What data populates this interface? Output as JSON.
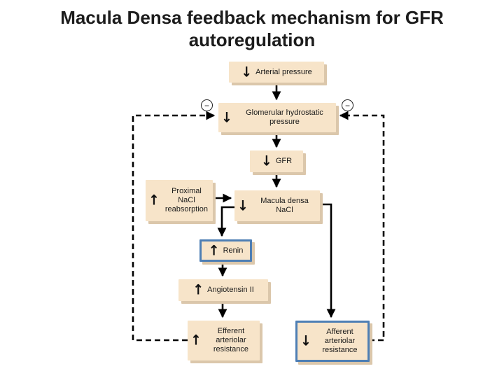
{
  "title": "Macula Densa feedback mechanism for GFR autoregulation",
  "diagram": {
    "feedback_sign": "−",
    "colors": {
      "box_fill": "#f7e4c9",
      "box_shadow": "#dbc7ab",
      "highlight_border": "#4d7eb4",
      "line": "#000000"
    },
    "nodes": [
      {
        "id": "arterial-pressure",
        "arrow": "↓",
        "label": "Arterial pressure",
        "highlighted": false
      },
      {
        "id": "glomerular-hydrostatic-pressure",
        "arrow": "↓",
        "label": "Glomerular hydrostatic pressure",
        "highlighted": false
      },
      {
        "id": "gfr",
        "arrow": "↓",
        "label": "GFR",
        "highlighted": false
      },
      {
        "id": "proximal-nacl-reabsorption",
        "arrow": "↑",
        "label": "Proximal NaCl reabsorption",
        "highlighted": false
      },
      {
        "id": "macula-densa-nacl",
        "arrow": "↓",
        "label": "Macula densa NaCl",
        "highlighted": false
      },
      {
        "id": "renin",
        "arrow": "↑",
        "label": "Renin",
        "highlighted": true
      },
      {
        "id": "angiotensin-ii",
        "arrow": "↑",
        "label": "Angiotensin II",
        "highlighted": false
      },
      {
        "id": "efferent-arteriolar-resistance",
        "arrow": "↑",
        "label": "Efferent arteriolar resistance",
        "highlighted": false
      },
      {
        "id": "afferent-arteriolar-resistance",
        "arrow": "↓",
        "label": "Afferent arteriolar resistance",
        "highlighted": true
      }
    ],
    "edges": [
      {
        "from": "arterial-pressure",
        "to": "glomerular-hydrostatic-pressure",
        "style": "solid"
      },
      {
        "from": "glomerular-hydrostatic-pressure",
        "to": "gfr",
        "style": "solid"
      },
      {
        "from": "gfr",
        "to": "macula-densa-nacl",
        "style": "solid"
      },
      {
        "from": "proximal-nacl-reabsorption",
        "to": "macula-densa-nacl",
        "style": "solid"
      },
      {
        "from": "macula-densa-nacl",
        "to": "renin",
        "style": "solid"
      },
      {
        "from": "renin",
        "to": "angiotensin-ii",
        "style": "solid"
      },
      {
        "from": "angiotensin-ii",
        "to": "efferent-arteriolar-resistance",
        "style": "solid"
      },
      {
        "from": "macula-densa-nacl",
        "to": "afferent-arteriolar-resistance",
        "style": "solid"
      },
      {
        "from": "efferent-arteriolar-resistance",
        "to": "glomerular-hydrostatic-pressure",
        "style": "dashed-negative"
      },
      {
        "from": "afferent-arteriolar-resistance",
        "to": "glomerular-hydrostatic-pressure",
        "style": "dashed-negative"
      }
    ]
  }
}
